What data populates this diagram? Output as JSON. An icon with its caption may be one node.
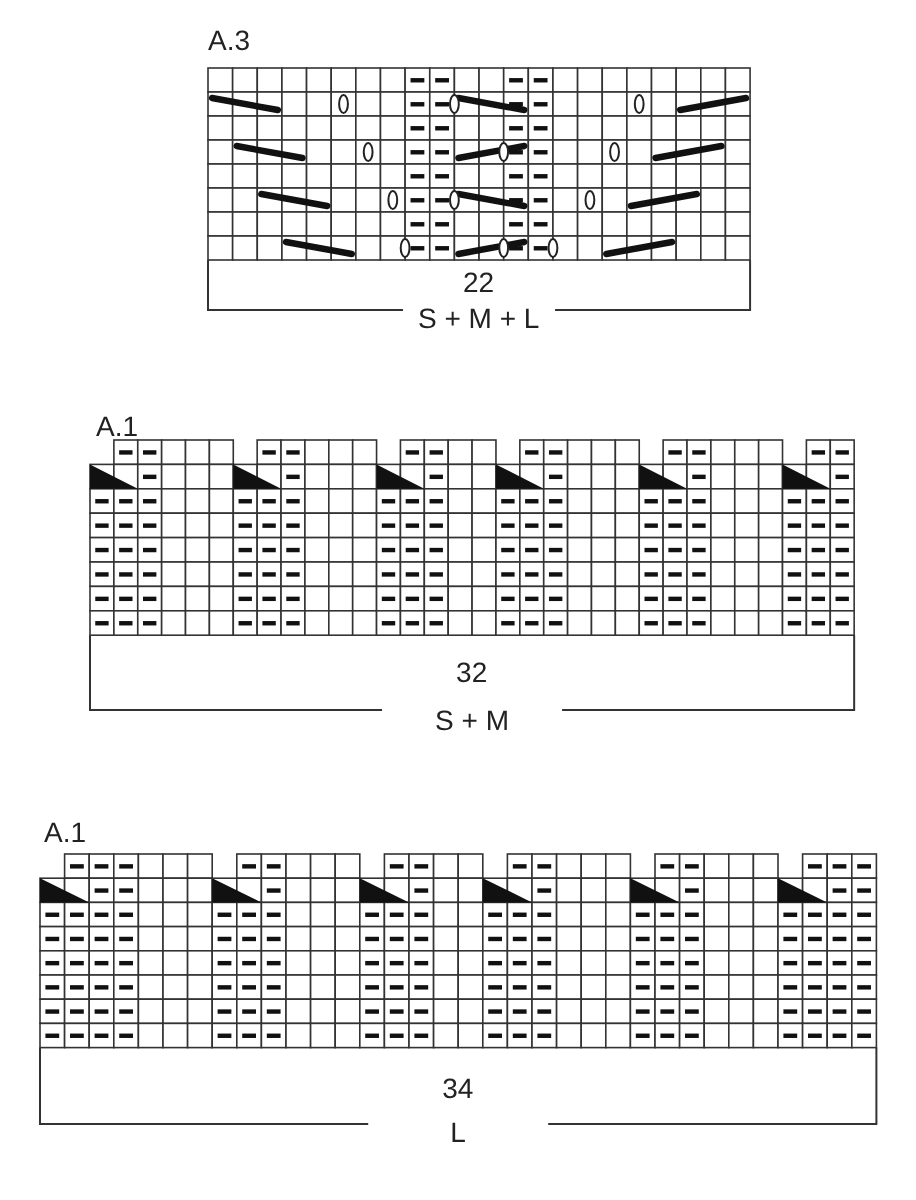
{
  "diagram": {
    "labels": [
      "A.3",
      "22",
      "S + M + L",
      "A.1",
      "32",
      "S + M",
      "A.1",
      "34",
      "L"
    ]
  }
}
